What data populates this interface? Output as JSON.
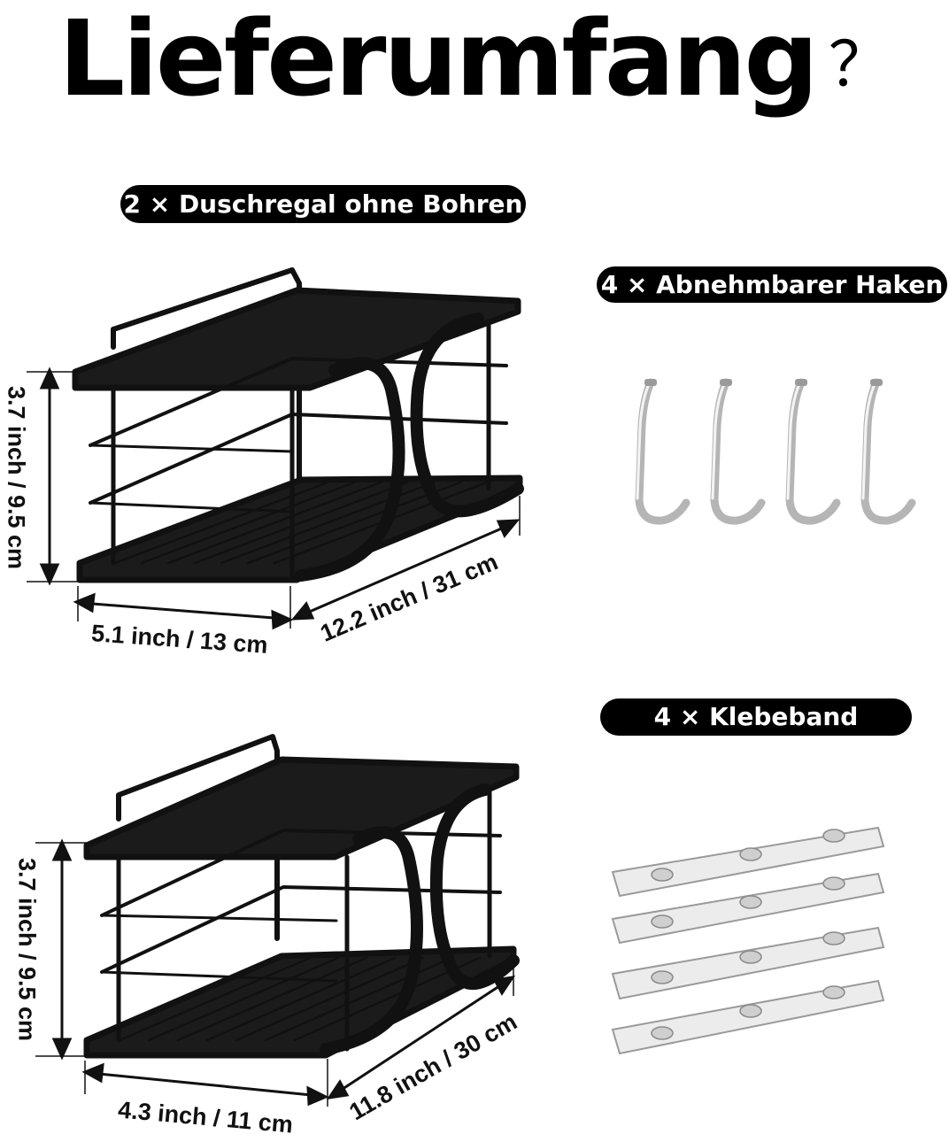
{
  "title": "Lieferumfang",
  "title_mark": "？",
  "labels": {
    "shelves": "2 × Duschregal ohne Bohren",
    "hooks": "4 × Abnehmbarer Haken",
    "tape": "4 × Klebeband"
  },
  "shelf_large": {
    "height": "3.7 inch / 9.5 cm",
    "width": "5.1 inch / 13 cm",
    "length": "12.2 inch / 31 cm"
  },
  "shelf_small": {
    "height": "3.7 inch / 9.5 cm",
    "width": "4.3 inch / 11 cm",
    "length": "11.8 inch / 30 cm"
  },
  "colors": {
    "frame": "#111111",
    "pill": "#000000",
    "hook": "#c8c8c8",
    "tape": "#e6e6e6"
  },
  "icons": [
    "shelf-basket-icon",
    "hook-icon",
    "adhesive-strip-icon"
  ]
}
